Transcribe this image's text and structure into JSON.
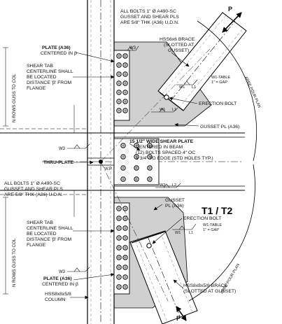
{
  "labels": {
    "bolts_note_top_1": "ALL BOLTS 1\" Ø A490-SC",
    "bolts_note_top_2": "GUSSET AND SHEAR PLS",
    "bolts_note_top_3": "ARE 5/8\" THK (A36) U.D.N.",
    "plate_top": "PLATE (A36)",
    "plate_top_sub": "CENTERED IN β",
    "shear_tab_top_1": "SHEAR TAB",
    "shear_tab_top_2": "CENTERLINE SHALL",
    "shear_tab_top_3": "BE LOCATED",
    "shear_tab_top_4": "DISTANCE 'β' FROM",
    "shear_tab_top_5": "FLANGE",
    "n_rows_top": "N ROWS GUSS TO COL",
    "weld_w3_a": "W3",
    "brace_top_1": "HSS6x6 BRACE",
    "brace_top_2": "(SLOTTED AT",
    "brace_top_3": "GUSSET)",
    "p_top": "P",
    "w1_top": "W1",
    "l1_top": "L1",
    "w1_table_top_1": "W1-TABLE",
    "w1_table_top_2": "1\" = GAP",
    "erection_bolt_top": "ERECTION BOLT",
    "w1_label_a": "W1",
    "l1_label_a": "L1",
    "work_point_arc": "ARRE POUR PLAN",
    "gusset_pl_top": "GUSSET PL (A36)",
    "weld_w3_b": "W3",
    "shear_plate_1": "15 1/2\" WIDE SHEAR PLATE",
    "shear_plate_2": "CENTERED IN BEAM",
    "shear_plate_3": "(12) BOLTS SPACED 4\" OC",
    "shear_plate_4": "1 3/4\" TO EDGE (STD HOLES TYP.)",
    "thru_plate": "THRU-PLATE",
    "vp_label": "W.P.",
    "bolts_note_bot_1": "ALL BOLTS 1\" Ø A490-SC",
    "bolts_note_bot_2": "GUSSET AND SHEAR PLS",
    "bolts_note_bot_3": "ARE 5/8\" THK (A36) U.D.N.",
    "w2_label": "W2",
    "l2_label": "L2",
    "gusset_bot_1": "GUSSET",
    "gusset_bot_2": "PL (A36)",
    "t1t2": "T1 / T2",
    "shear_tab_bot_1": "SHEAR TAB",
    "shear_tab_bot_2": "CENTERLINE SHALL",
    "shear_tab_bot_3": "BE LOCATED",
    "shear_tab_bot_4": "DISTANCE 'β' FROM",
    "shear_tab_bot_5": "FLANGE",
    "n_rows_bot": "N ROWS GUSS TO COL",
    "erection_bolt_bot": "ERECTION BOLT",
    "w1_bot": "W1",
    "l1_bot": "L1",
    "w1_table_bot_1": "W1-TABLE",
    "w1_table_bot_2": "1\" = GAP",
    "weld_w3_c": "W3",
    "plate_bot": "PLATE (A36)",
    "plate_bot_sub": "CENTERED IN β",
    "brace_bot_1": "HSS8x8x5/8 BRACE",
    "brace_bot_2": "(SLOTTED AT GUSSET)",
    "column_1": "HSS8x8x5/8",
    "column_2": "COLUMN",
    "p_bot": "P",
    "work_point_arc_bot": "ARRE POUR PLAN"
  },
  "colors": {
    "gusset_fill": "#cfcfcf",
    "line": "#000000",
    "hidden": "#666666"
  }
}
